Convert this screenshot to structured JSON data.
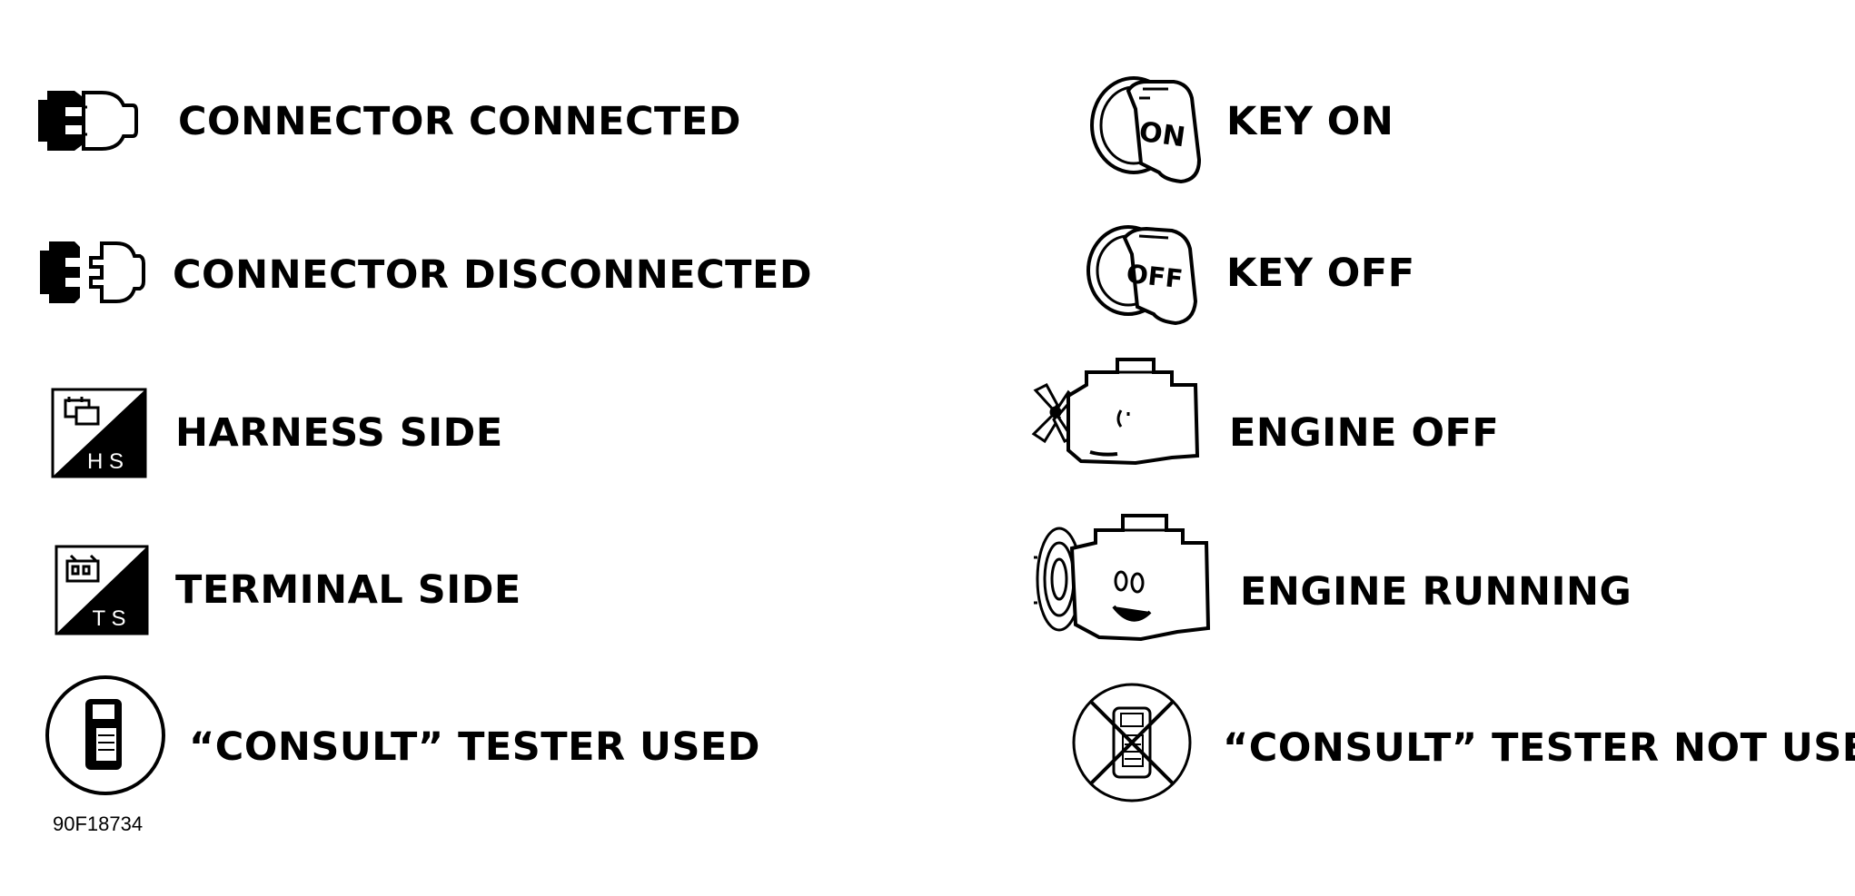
{
  "legend": {
    "left": [
      {
        "icon": "connector-connected-icon",
        "label": "CONNECTOR CONNECTED"
      },
      {
        "icon": "connector-disconnected-icon",
        "label": "CONNECTOR DISCONNECTED"
      },
      {
        "icon": "harness-side-icon",
        "label": "HARNESS SIDE",
        "badge": "H S"
      },
      {
        "icon": "terminal-side-icon",
        "label": "TERMINAL SIDE",
        "badge": "T S"
      },
      {
        "icon": "consult-tester-icon",
        "label": "“CONSULT” TESTER USED"
      }
    ],
    "right": [
      {
        "icon": "key-on-icon",
        "label": "KEY ON",
        "key_text": "ON"
      },
      {
        "icon": "key-off-icon",
        "label": "KEY OFF",
        "key_text": "OFF"
      },
      {
        "icon": "engine-off-icon",
        "label": "ENGINE OFF"
      },
      {
        "icon": "engine-running-icon",
        "label": "ENGINE RUNNING"
      },
      {
        "icon": "consult-tester-not-used-icon",
        "label": "“CONSULT” TESTER NOT USED"
      }
    ]
  },
  "figure_id": "90F18734"
}
